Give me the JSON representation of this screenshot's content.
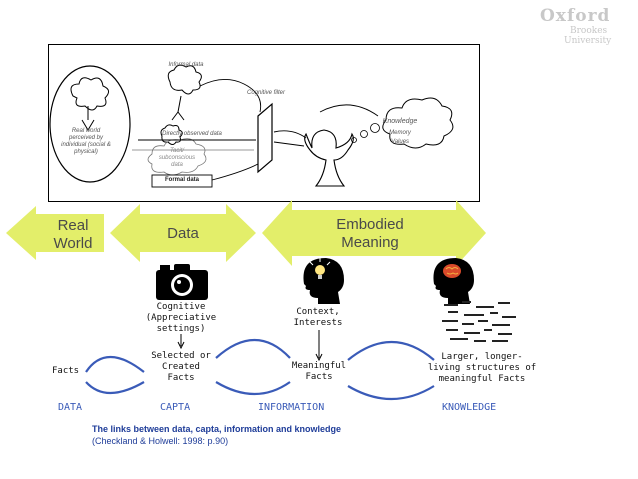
{
  "logo": {
    "line1": "Oxford",
    "line2": "Brookes",
    "line3": "University"
  },
  "sketch": {
    "informal_data": "Informal data",
    "cognitive_filter": "Cognitive filter",
    "knowledge": "Knowledge",
    "memory": "Memory",
    "values": "Values",
    "real_world_label": "Real world perceived by individual (social & physical)",
    "directly_observed": "Directly observed data",
    "tacit": "Tacit/ subconscious data",
    "formal_data": "Formal data"
  },
  "bands": {
    "real_world": "Real World",
    "data": "Data",
    "embodied": "Embodied Meaning"
  },
  "nodes": {
    "cognitive": "Cognitive (Appreciative settings)",
    "context": "Context, Interests",
    "facts": "Facts",
    "selected": "Selected or Created Facts",
    "meaningful": "Meaningful Facts",
    "larger": "Larger, longer- living structures of meaningful Facts"
  },
  "stages": {
    "data": "DATA",
    "capta": "CAPTA",
    "information": "INFORMATION",
    "knowledge": "KNOWLEDGE"
  },
  "caption": {
    "title": "The links between data, capta, information and knowledge",
    "source": "(Checkland & Holwell: 1998: p.90)"
  },
  "colors": {
    "band_fill": "#e3ee6a",
    "stage_text": "#3a5bb8",
    "caption_text": "#1f3d99",
    "logo_text": "#c8c8c8"
  }
}
